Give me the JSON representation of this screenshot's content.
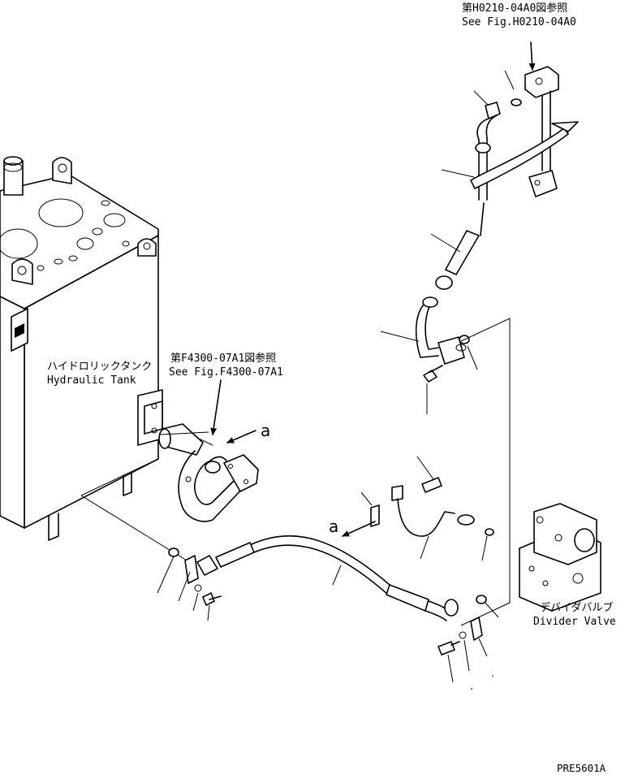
{
  "references": {
    "top_jp": "第H0210-04A0図参照",
    "top_en": "See Fig.H0210-04A0",
    "mid_jp": "第F4300-07A1図参照",
    "mid_en": "See Fig.F4300-07A1"
  },
  "tank": {
    "label_jp": "ハイドロリックタンク",
    "label_en": "Hydraulic Tank"
  },
  "divider_valve": {
    "label_jp": "デバイダバルブ",
    "label_en": "Divider Valve"
  },
  "view_markers": {
    "upper": "a",
    "lower": "a"
  },
  "drawing_code": "PRE5601A",
  "icons": [
    "arrow-icon"
  ]
}
